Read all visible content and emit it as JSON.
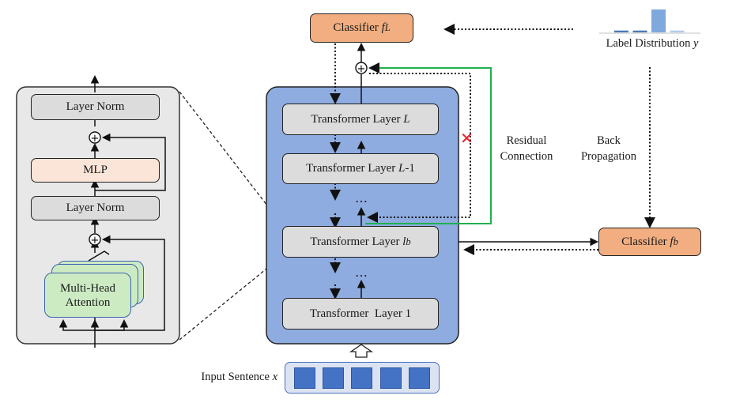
{
  "encoder_block": {
    "layer_norm_top": "Layer Norm",
    "mlp": "MLP",
    "layer_norm_bottom": "Layer Norm",
    "attention_line1": "Multi-Head",
    "attention_line2": "Attention"
  },
  "stack": {
    "layer_L_prefix": "Transformer Layer ",
    "layer_L_var": "L",
    "layer_L1_prefix": "Transformer Layer ",
    "layer_L1_var": "L",
    "layer_L1_suffix": "-1",
    "layer_lb_prefix": "Transformer Layer ",
    "layer_lb_var": "l",
    "layer_lb_sub": "b",
    "layer_1": "Transformer  Layer 1",
    "ellipsis": "⋯"
  },
  "classifier_top": {
    "prefix": "Classifier ",
    "var": "f",
    "sub": "L"
  },
  "classifier_b": {
    "prefix": "Classifier ",
    "var": "f",
    "sub": "b"
  },
  "label_distribution": {
    "prefix": "Label Distribution ",
    "var": "y",
    "bars": [
      0.08,
      0.08,
      1.0,
      0.08
    ],
    "bar_colors": [
      "#4a78b5",
      "#4a78b5",
      "#7fa8dc",
      "#b3cbea"
    ]
  },
  "annotations": {
    "residual_line1": "Residual",
    "residual_line2": "Connection",
    "backprop_line1": "Back",
    "backprop_line2": "Propagation",
    "blocked_mark": "✕"
  },
  "input": {
    "prefix": "Input Sentence ",
    "var": "x",
    "token_count": 5
  },
  "colors": {
    "stack_bg": "#8eacdf",
    "token": "#4472c4",
    "residual_green": "#1fb14e",
    "blocked_red": "#ee1c25",
    "classifier_orange": "#f2ae80"
  }
}
